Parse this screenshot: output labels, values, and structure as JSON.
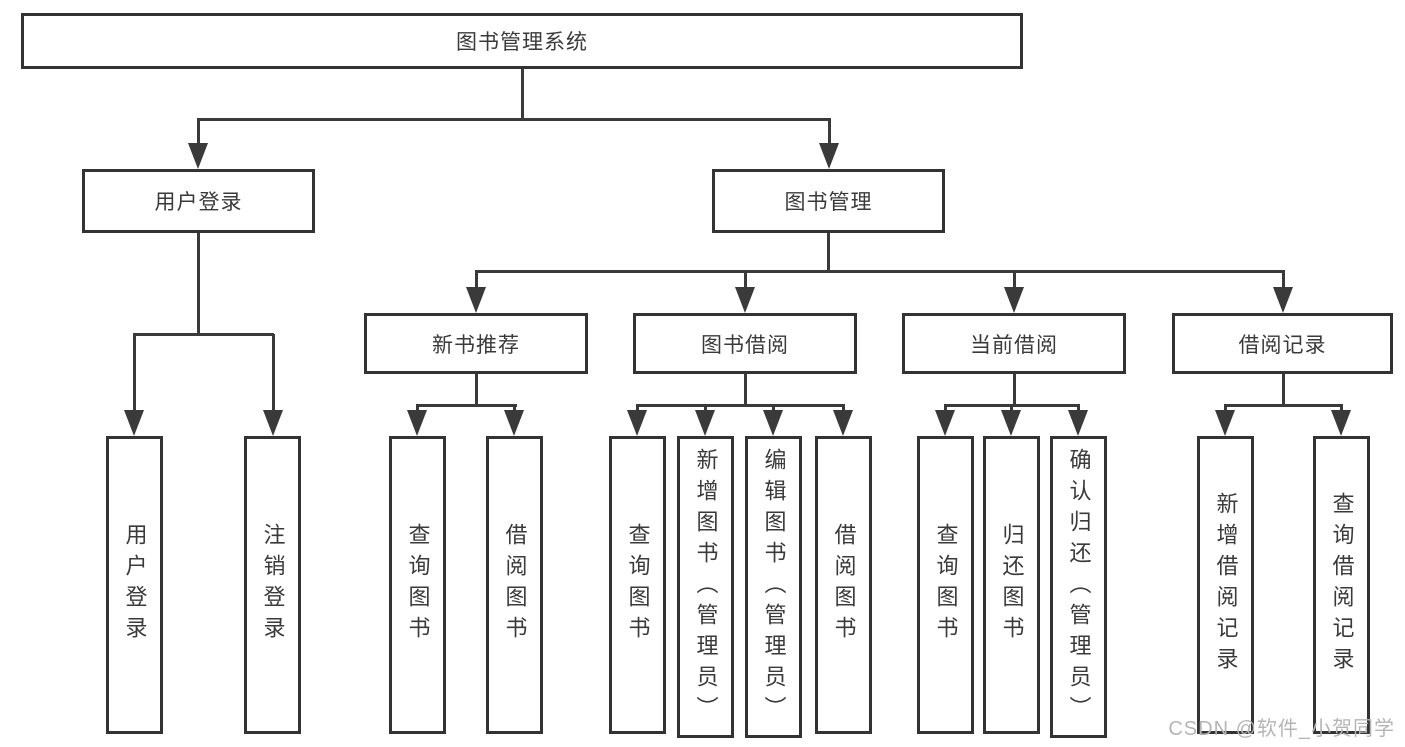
{
  "tree": {
    "label": "图书管理系统",
    "children": [
      {
        "label": "用户登录",
        "children": [
          {
            "label": "用户登录"
          },
          {
            "label": "注销登录"
          }
        ]
      },
      {
        "label": "图书管理",
        "children": [
          {
            "label": "新书推荐",
            "children": [
              {
                "label": "查询图书"
              },
              {
                "label": "借阅图书"
              }
            ]
          },
          {
            "label": "图书借阅",
            "children": [
              {
                "label": "查询图书"
              },
              {
                "label": "新增图书（管理员）"
              },
              {
                "label": "编辑图书（管理员）"
              },
              {
                "label": "借阅图书"
              }
            ]
          },
          {
            "label": "当前借阅",
            "children": [
              {
                "label": "查询图书"
              },
              {
                "label": "归还图书"
              },
              {
                "label": "确认归还（管理员）"
              }
            ]
          },
          {
            "label": "借阅记录",
            "children": [
              {
                "label": "新增借阅记录"
              },
              {
                "label": "查询借阅记录"
              }
            ]
          }
        ]
      }
    ]
  },
  "watermark": {
    "text": "CSDN @软件_小贺同学"
  },
  "colors": {
    "line": "#3a3a3a",
    "border": "#333333",
    "text": "#3a3a3a",
    "watermark": "#b5b5b5",
    "background": "#ffffff"
  }
}
